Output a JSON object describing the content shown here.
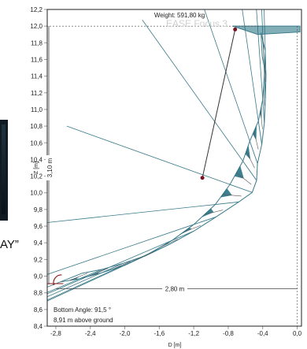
{
  "caption_fragment": "AY”",
  "chart_data": {
    "type": "line",
    "title": "Weight: 591,80 kg",
    "watermark": "EASE Focus 3",
    "xlabel": "D [m]",
    "ylabel": "Z [m]",
    "xlim": [
      -2.9,
      0.05
    ],
    "ylim": [
      8.4,
      12.2
    ],
    "xticks": [
      "-2,8",
      "-2,4",
      "-2,0",
      "-1,6",
      "-1,2",
      "-0,8",
      "-0,4",
      "0,0"
    ],
    "yticks": [
      "8,4",
      "8,6",
      "8,8",
      "9,0",
      "9,2",
      "9,4",
      "9,6",
      "9,8",
      "10,0",
      "10,2",
      "10,4",
      "10,6",
      "10,8",
      "11,0",
      "11,2",
      "11,4",
      "11,6",
      "11,8",
      "12,0",
      "12,2"
    ],
    "series": [
      {
        "name": "array-front-profile",
        "x": [
          -0.42,
          -0.37,
          -0.38,
          -0.4,
          -0.45,
          -0.55,
          -0.63,
          -0.78,
          -0.95,
          -1.2,
          -1.45,
          -1.72,
          -2.0,
          -2.27,
          -2.52,
          -2.75
        ],
        "y": [
          11.92,
          11.7,
          11.42,
          11.12,
          10.86,
          10.62,
          10.38,
          10.1,
          9.86,
          9.62,
          9.43,
          9.27,
          9.13,
          9.04,
          8.97,
          8.93
        ]
      },
      {
        "name": "rigging-line",
        "x": [
          -0.72,
          -1.1
        ],
        "y": [
          11.96,
          10.18
        ]
      }
    ],
    "dimensions": [
      {
        "label": "3,10 m",
        "orientation": "vertical",
        "from": 8.9,
        "to": 12.0
      },
      {
        "label": "2,80 m",
        "orientation": "horizontal",
        "from": -2.8,
        "to": 0.0
      }
    ],
    "annotations": [
      "Bottom Angle: 91,5 °",
      "8,91 m above ground"
    ],
    "grid": false,
    "legend": "none"
  },
  "colors": {
    "axis": "#9a9a9a",
    "box": "#222222",
    "profile": "#3a7a8a",
    "fill": "#1b6b7e",
    "rigging": "#333333",
    "point": "#7a1020",
    "dimension": "#444444",
    "bottom_marker": "#8b1a1a"
  }
}
